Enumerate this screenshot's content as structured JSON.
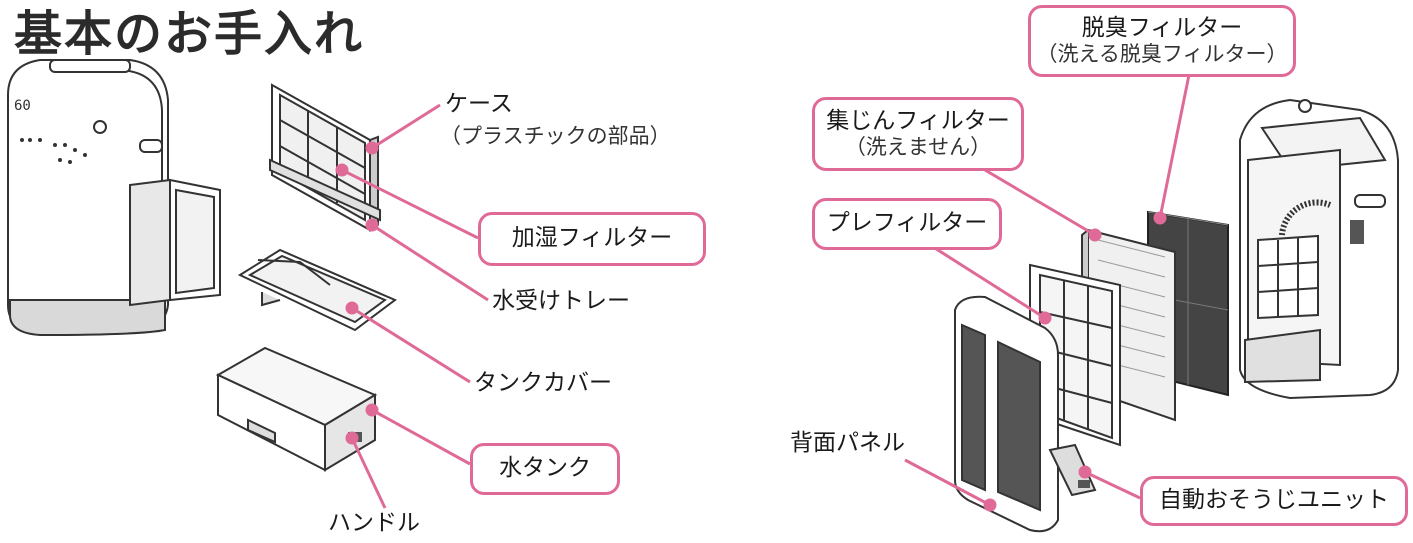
{
  "title": "基本のお手入れ",
  "colors": {
    "accent": "#e06a97",
    "line": "#333333",
    "body_gray": "#8c8c8c"
  },
  "left": {
    "case": {
      "label": "ケース",
      "note": "（プラスチックの部品）"
    },
    "humidify_filter": {
      "label": "加湿フィルター"
    },
    "water_tray": {
      "label": "水受けトレー"
    },
    "tank_cover": {
      "label": "タンクカバー"
    },
    "water_tank": {
      "label": "水タンク"
    },
    "handle": {
      "label": "ハンドル"
    }
  },
  "right": {
    "deodorize_filter": {
      "label": "脱臭フィルター",
      "note": "（洗える脱臭フィルター）"
    },
    "dust_filter": {
      "label": "集じんフィルター",
      "note": "（洗えません）"
    },
    "pre_filter": {
      "label": "プレフィルター"
    },
    "back_panel": {
      "label": "背面パネル"
    },
    "auto_clean_unit": {
      "label": "自動おそうじユニット"
    }
  },
  "device_display": {
    "value": "60"
  }
}
